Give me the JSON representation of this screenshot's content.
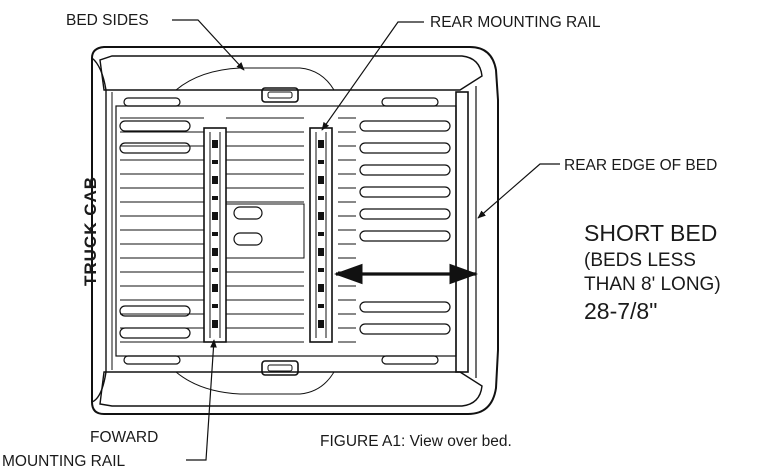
{
  "labels": {
    "bed_sides": "BED SIDES",
    "rear_mounting_rail": "REAR MOUNTING RAIL",
    "rear_edge_of_bed": "REAR EDGE OF BED",
    "truck_cab": "TRUCK CAB",
    "short_bed": "SHORT BED",
    "beds_less_line1": "(BEDS LESS",
    "beds_less_line2": "THAN 8' LONG)",
    "dimension": "28-7/8\"",
    "forward_rail_line1": "FOWARD",
    "forward_rail_line2": "MOUNTING RAIL",
    "caption": "FIGURE A1: View over bed."
  }
}
